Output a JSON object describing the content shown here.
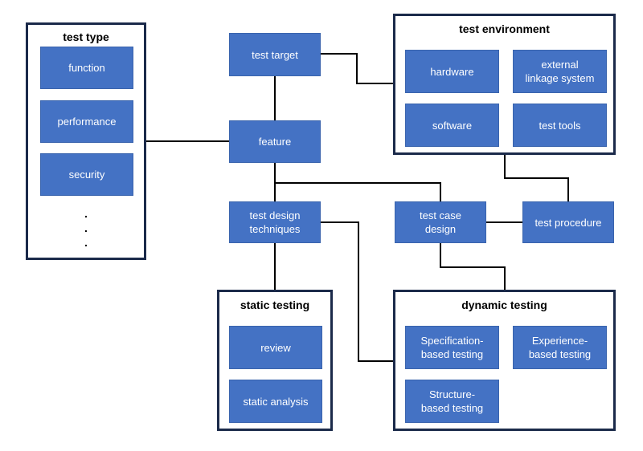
{
  "groups": {
    "test_type": {
      "title": "test type",
      "items": [
        "function",
        "performance",
        "security"
      ],
      "continuation": ".\n.\n."
    },
    "test_environment": {
      "title": "test environment",
      "items": [
        "hardware",
        "external\nlinkage system",
        "software",
        "test tools"
      ]
    },
    "static_testing": {
      "title": "static testing",
      "items": [
        "review",
        "static analysis"
      ]
    },
    "dynamic_testing": {
      "title": "dynamic testing",
      "items": [
        "Specification-\nbased testing",
        "Experience-\nbased testing",
        "Structure-\nbased testing"
      ]
    }
  },
  "nodes": {
    "test_target": "test target",
    "feature": "feature",
    "test_design_techniques": "test design\ntechniques",
    "test_case_design": "test case\ndesign",
    "test_procedure": "test procedure"
  },
  "colors": {
    "box_fill": "#4472c4",
    "frame": "#1b2a4a",
    "line": "#000000"
  }
}
